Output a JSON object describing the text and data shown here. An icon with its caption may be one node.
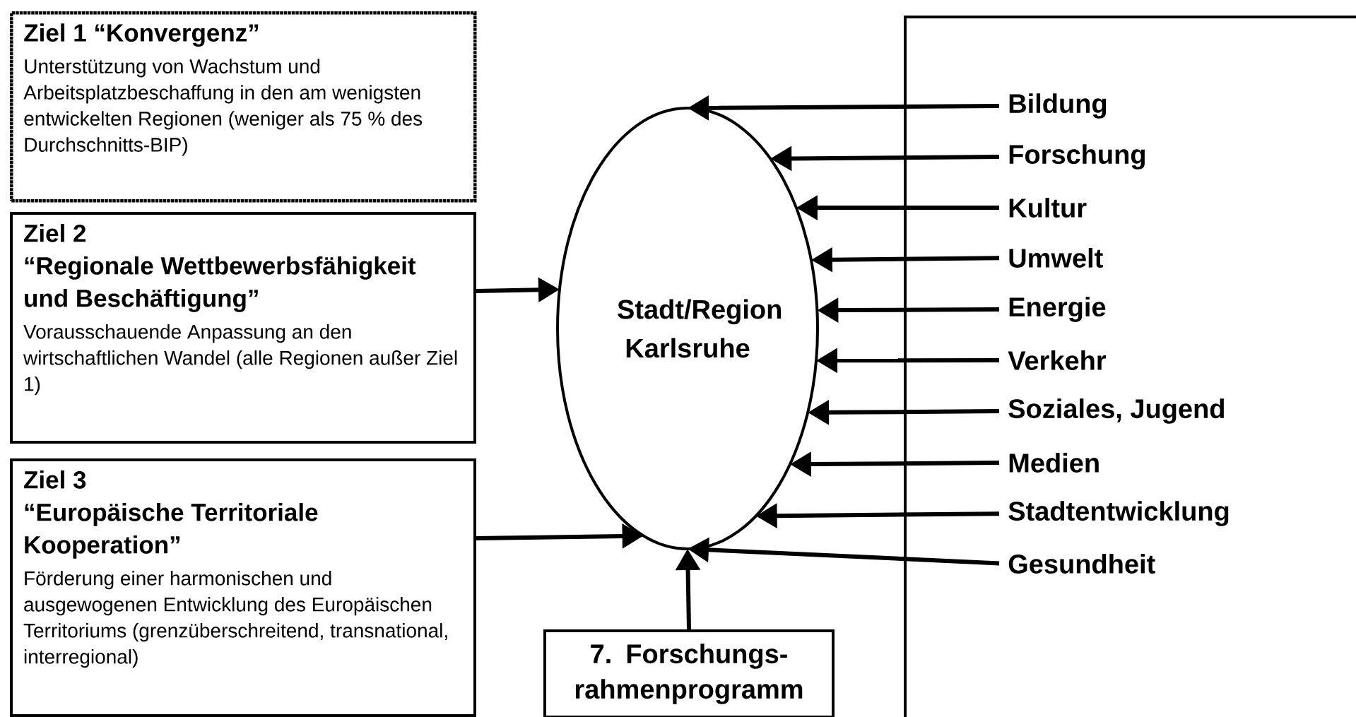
{
  "diagram": {
    "nodes": [
      {
        "text": [
          "Ziel 1  “Konvergenz”",
          "Unterstützung von Wachstum und Arbeitsplatzbeschaffung in den am wenigsten entwickelten Regionen (weniger als 75 % des Durchschnitts-BIP)"
        ]
      },
      {
        "text": [
          "Ziel 2",
          "“Regionale Wettbewerbsfähigkeit und Beschäftigung”",
          "Vorausschauende Anpassung an den wirtschaftlichen Wandel (alle Regionen außer Ziel 1)"
        ]
      },
      {
        "text": [
          "Ziel 3",
          "“Europäische Territoriale Kooperation”",
          "Förderung einer harmonischen und ausgewogenen Entwicklung des Europäischen Territoriums (grenzüberschreitend, transnational, interregional)"
        ]
      },
      {
        "text": [
          "Stadt/Region Karlsruhe"
        ]
      },
      {
        "text": [
          "7. Forschungs-rahmenprogramm"
        ]
      },
      {
        "text": [],
        "shape": "box"
      },
      {
        "text": [
          "Bildung"
        ],
        "in": 5
      },
      {
        "text": [
          "Forschung"
        ],
        "in": 5
      },
      {
        "text": [
          "Kultur"
        ],
        "in": 5
      },
      {
        "text": [
          "Umwelt"
        ],
        "in": 5
      },
      {
        "text": [
          "Energie"
        ],
        "in": 5
      },
      {
        "text": [
          "Verkehr"
        ],
        "in": 5
      },
      {
        "text": [
          "Soziales, Jugend"
        ],
        "in": 5
      },
      {
        "text": [
          "Medien"
        ],
        "in": 5
      },
      {
        "text": [
          "Stadtentwicklung"
        ],
        "in": 5
      },
      {
        "text": [
          "Gesundheit"
        ],
        "in": 5
      }
    ],
    "edges": [
      {
        "from": 1,
        "to": 3,
        "arrow": "to"
      },
      {
        "from": 2,
        "to": 3,
        "arrow": "to"
      },
      {
        "from": 4,
        "to": 3,
        "arrow": "to"
      },
      {
        "from": 6,
        "to": 3,
        "arrow": "to"
      },
      {
        "from": 7,
        "to": 3,
        "arrow": "to"
      },
      {
        "from": 8,
        "to": 3,
        "arrow": "to"
      },
      {
        "from": 9,
        "to": 3,
        "arrow": "to"
      },
      {
        "from": 10,
        "to": 3,
        "arrow": "to"
      },
      {
        "from": 11,
        "to": 3,
        "arrow": "to"
      },
      {
        "from": 12,
        "to": 3,
        "arrow": "to"
      },
      {
        "from": 13,
        "to": 3,
        "arrow": "to"
      },
      {
        "from": 14,
        "to": 3,
        "arrow": "to"
      },
      {
        "from": 15,
        "to": 3,
        "arrow": "to"
      }
    ]
  }
}
